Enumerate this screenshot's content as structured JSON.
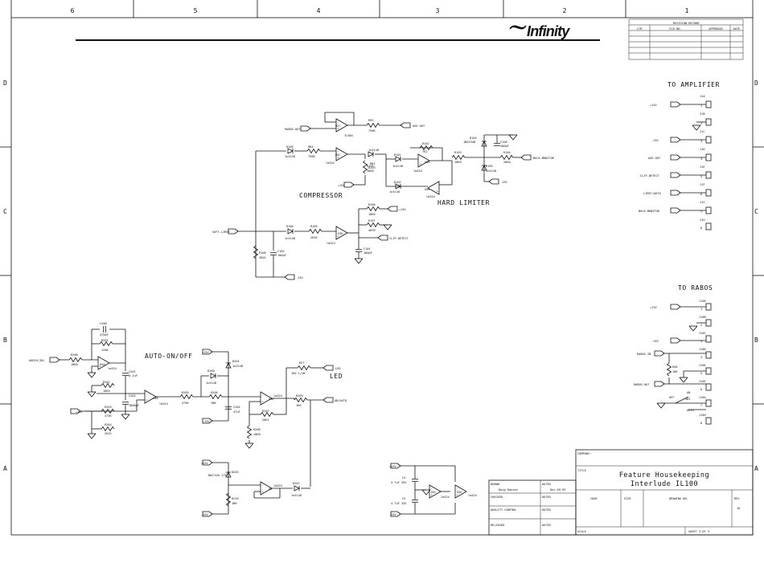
{
  "border": {
    "columns": [
      "6",
      "5",
      "4",
      "3",
      "2",
      "1"
    ],
    "rows": [
      "D",
      "C",
      "B",
      "A"
    ]
  },
  "logo": {
    "brand": "Infinity"
  },
  "revision_table": {
    "title": "REVISION RECORD",
    "headers": [
      "LTR",
      "ECO NO.",
      "APPROVED",
      "DATE"
    ]
  },
  "sections": {
    "compressor": "COMPRESSOR",
    "hard_limiter": "HARD LIMITER",
    "auto_on_off": "AUTO-ON/OFF",
    "led": "LED",
    "to_amplifier": "TO AMPLIFIER",
    "to_rabos": "TO RABOS"
  },
  "nets": {
    "rabos_out": "RABOS-OUT",
    "age_out": "AGE-OUT",
    "bulk_monitor": "BULK-MONITOR",
    "soft_limit": "SOFT-LIMIT",
    "clip_detect": "CLIP-DETECT",
    "v_minus_15_a": "-15V",
    "v_minus_15_b": "-15V",
    "v_minus_15_c": "-15V",
    "v_plus_15_a": "+15V",
    "v_plus_15_b": "+15V",
    "v_plus_15_c": "+15V",
    "audio_in": "AUDIO(IN)",
    "led_net": "LED",
    "on_auto": "ON/AUTO",
    "ic_plus15": "+15V",
    "ic_minus15": "-15V",
    "led_plus15": "+15V",
    "led_minus15": "-15V",
    "dz_plus15": "+15V",
    "dz_minus15": "-15V"
  },
  "components": {
    "u2c": "U2C",
    "tl084": "TL084",
    "r95": "R95",
    "r95v": "750K",
    "r84": "R84",
    "r84v": "750K",
    "r83": "R83",
    "r83v": "1K0",
    "d100": "D100",
    "d100v": "1n4148",
    "d101": "D101",
    "d101v": "1n4148",
    "u4c": "U4C",
    "u4cn": "lm324",
    "r102": "R102",
    "r102v": "7K2",
    "u5a": "U5A",
    "u5an": "lm324",
    "r103": "R103",
    "r103v": "10K0",
    "d102": "D102",
    "d102v": "1n4148",
    "d103": "D103",
    "d103v": "1n4148",
    "u5b": "U5B",
    "u5bn": "lm324",
    "d104": "D104",
    "d104v": "1N5234B",
    "c100": "C100",
    "c100v": "100pF",
    "r104": "R104",
    "r104v": "20K0",
    "r105": "R105",
    "r105v": "10K0",
    "d105": "D105",
    "d105v": "1n4148",
    "r106": "R106",
    "r106v": "10K0",
    "r107": "R107",
    "r107v": "4K99",
    "r108": "R108",
    "r108v": "3K01",
    "d106": "D106",
    "d106v": "1n4148",
    "r109": "R109",
    "r109v": "2K05",
    "u3d": "U3D",
    "u3dn": "lm324",
    "c101": "C101",
    "c101v": "100pF",
    "c102": "C102",
    "c102v": "100pF",
    "r100": "R100",
    "r100v": "3K01",
    "c200": "C200",
    "c200v": "470pF",
    "r201": "R201",
    "r201v": "120K",
    "u4a": "U4A",
    "u4an": "lm324",
    "r200": "R200",
    "r200v": "10K0",
    "r202": "R202",
    "r202v": "10K0",
    "c201": "C201",
    "c201v": "0.1uF",
    "c202": "C202",
    "c202v": "1000pF",
    "r203": "R203",
    "r203v": "475K",
    "r204": "R204",
    "r204v": "2K32",
    "u4b": "U4B",
    "u4bn": "lm324",
    "r205": "R205",
    "r205v": "475K",
    "d200": "D200",
    "d200v": "1n4148",
    "r206": "R206",
    "r206v": "1M0",
    "d201": "D201",
    "d201v": "1n4148",
    "c204": "C204",
    "c204v": "47uF",
    "u4d": "U4D",
    "u4dn": "lm324",
    "r207": "R207",
    "r207v": "20K1",
    "r208": "R208",
    "r208v": "10K0",
    "r209": "R209",
    "r209v": "1K0",
    "r27": "R27",
    "r27v": "1K0 1/2W",
    "d202": "D202",
    "d202v": "1n4148",
    "r210": "R210",
    "r210v": "1M0",
    "dz": "D203",
    "dzv": "1N4742A 12V",
    "u6": "U6",
    "u6n": "lm324",
    "d7": "D207",
    "d7v": "1n4148",
    "c4": "C4",
    "c4v": "4.7uF 35V",
    "c5": "C5",
    "c5v": "4.7uF 35V",
    "u5c": "U5C",
    "u5cn": "lm324",
    "u5d": "U5D",
    "u5dn": "lm324",
    "r40": "R40",
    "r40v": "10K"
  },
  "amp_connector": {
    "items": [
      {
        "ref": "J1A",
        "pin": "1",
        "net": "+15V"
      },
      {
        "ref": "J1B",
        "pin": "2",
        "net": ""
      },
      {
        "ref": "J1C",
        "pin": "3",
        "net": "-15V"
      },
      {
        "ref": "J1D",
        "pin": "4",
        "net": "AGE-OUT"
      },
      {
        "ref": "J1E",
        "pin": "5",
        "net": "CLIP-DETECT"
      },
      {
        "ref": "J1F",
        "pin": "6",
        "net": "LIMIT/AUTO"
      },
      {
        "ref": "J1G",
        "pin": "7",
        "net": "BULK-MONITOR"
      },
      {
        "ref": "J1H",
        "pin": "8",
        "net": ""
      }
    ]
  },
  "rabos_connector": {
    "items": [
      {
        "ref": "J10A",
        "pin": "1",
        "net": "+15V"
      },
      {
        "ref": "J10B",
        "pin": "2",
        "net": ""
      },
      {
        "ref": "J10C",
        "pin": "3",
        "net": "-15V"
      },
      {
        "ref": "J10D",
        "pin": "4",
        "net": "RABOS-IN"
      },
      {
        "ref": "J10E",
        "pin": "5",
        "net": ""
      },
      {
        "ref": "J10F",
        "pin": "6",
        "net": "RABOS-OUT"
      },
      {
        "ref": "J10G",
        "pin": "7",
        "net": ""
      },
      {
        "ref": "J10H",
        "pin": "8",
        "net": ""
      }
    ],
    "switch": {
      "ref": "SW1",
      "labels": [
        "ON",
        "OFF",
        "AUTO"
      ]
    }
  },
  "title_block": {
    "company": "COMPANY:",
    "title_label": "TITLE",
    "title_line1": "Feature Housekeeping",
    "title_line2": "Interlude IL100",
    "drawn": "DRAWN",
    "drawn_by": "Doug Hansen",
    "dated": "DATED",
    "date": "Dec.05.95",
    "checked": "CHECKED",
    "quality": "QUALITY CONTROL",
    "released": "RELEASED",
    "dated2": "DATED",
    "dated3": "DATED",
    "dated4": "DATED",
    "code": "CODE",
    "size": "SIZE",
    "drawing_no": "DRAWING NO.",
    "rev": "REV",
    "rev_value": "10",
    "scale": "SCALE",
    "sheet": "SHEET 3 OF 3"
  }
}
